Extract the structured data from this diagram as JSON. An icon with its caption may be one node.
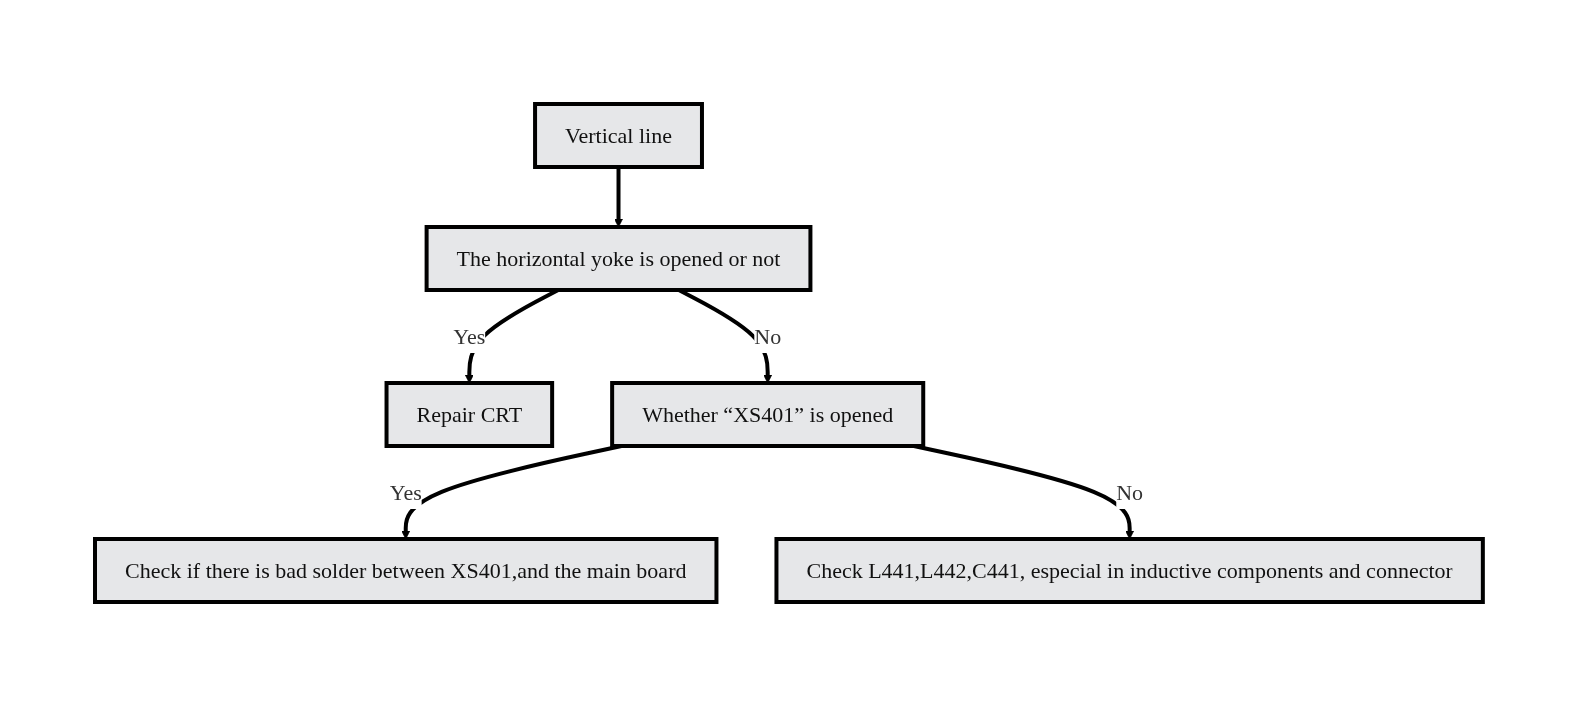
{
  "diagram": {
    "nodes": [
      {
        "text": [
          "Vertical line"
        ]
      },
      {
        "text": [
          "The horizontal yoke is opened or not"
        ]
      },
      {
        "text": [
          "Repair CRT"
        ]
      },
      {
        "text": [
          "Whether “XS401” is opened"
        ]
      },
      {
        "text": [
          "Check if there is bad solder between XS401,and the main board"
        ]
      },
      {
        "text": [
          "Check L441,L442,C441, especial in inductive components and connector"
        ]
      }
    ],
    "edges": [
      {
        "from": 0,
        "to": 1,
        "arrow": "to"
      },
      {
        "from": 1,
        "to": 2,
        "arrow": "to",
        "label": "Yes"
      },
      {
        "from": 1,
        "to": 3,
        "arrow": "to",
        "label": "No"
      },
      {
        "from": 3,
        "to": 4,
        "arrow": "to",
        "label": "Yes"
      },
      {
        "from": 3,
        "to": 5,
        "arrow": "to",
        "label": "No"
      }
    ]
  }
}
